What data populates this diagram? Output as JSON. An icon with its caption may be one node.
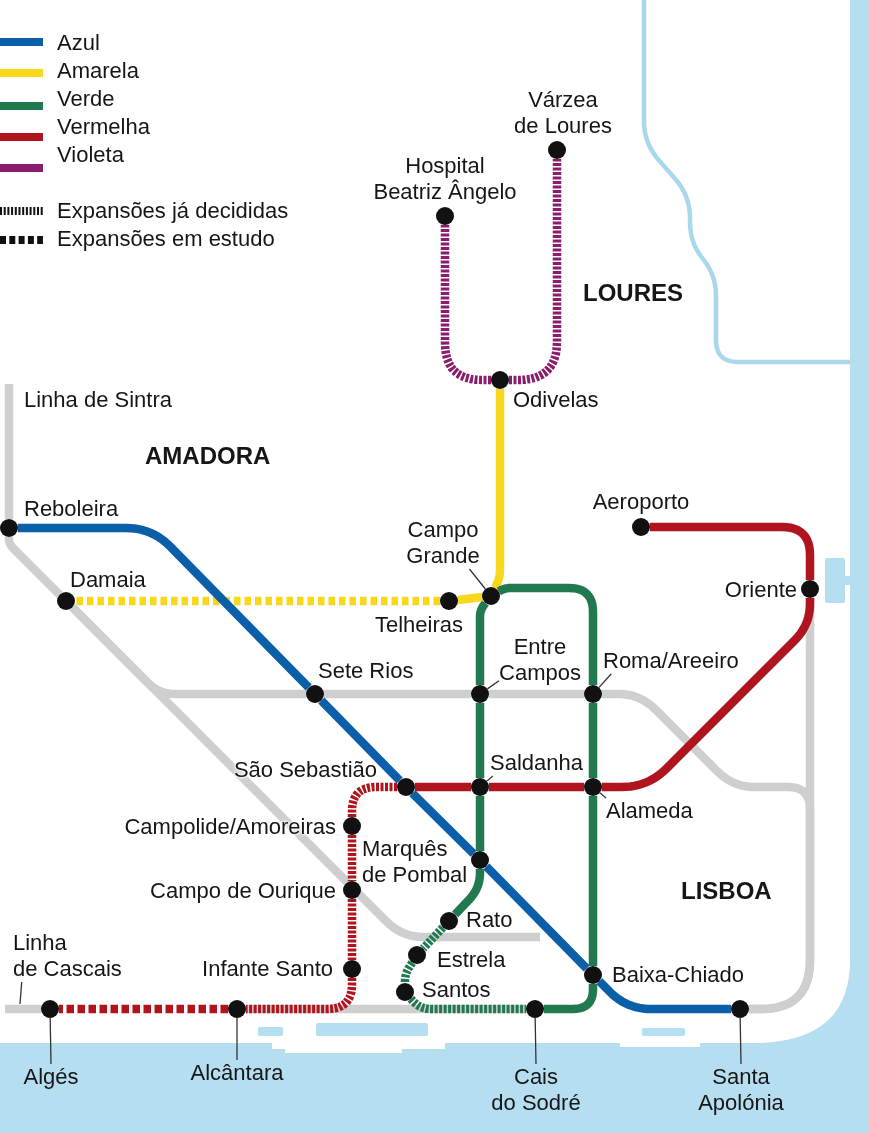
{
  "diagram": {
    "nodes": [
      {
        "text": [],
        "shape": "circle",
        "beside": [
          "Várzea de Loures"
        ]
      },
      {
        "text": [],
        "shape": "circle",
        "beside": [
          "Hospital Beatriz Ângelo"
        ]
      },
      {
        "text": [],
        "shape": "circle",
        "beside": [
          "Odivelas"
        ]
      },
      {
        "text": [],
        "shape": "circle",
        "beside": [
          "Reboleira"
        ]
      },
      {
        "text": [],
        "shape": "circle",
        "beside": [
          "Aeroporto"
        ]
      },
      {
        "text": [
          "Campo Grande"
        ]
      },
      {
        "text": [],
        "shape": "circle",
        "beside": [
          "Oriente"
        ]
      },
      {
        "text": [],
        "shape": "circle"
      },
      {
        "text": [],
        "shape": "circle",
        "beside": [
          "Damaia"
        ]
      },
      {
        "text": [],
        "shape": "circle",
        "beside": [
          "Telheiras"
        ]
      },
      {
        "text": [
          "Entre Campos"
        ]
      },
      {
        "text": [
          "Roma/Areeiro"
        ]
      },
      {
        "text": [],
        "shape": "circle",
        "beside": [
          "Sete Rios"
        ]
      },
      {
        "text": [],
        "shape": "circle"
      },
      {
        "text": [],
        "shape": "circle"
      },
      {
        "text": [
          "Saldanha"
        ]
      },
      {
        "text": [],
        "shape": "circle",
        "beside": [
          "São Sebastião"
        ]
      },
      {
        "text": [],
        "shape": "circle"
      },
      {
        "text": [],
        "shape": "circle"
      },
      {
        "text": [
          "Alameda"
        ]
      },
      {
        "text": [],
        "shape": "circle",
        "beside": [
          "Campolide/Amoreiras"
        ]
      },
      {
        "text": [],
        "shape": "circle",
        "beside": [
          "Marquês de Pombal"
        ]
      },
      {
        "text": [],
        "shape": "circle",
        "beside": [
          "Campo de Ourique"
        ]
      },
      {
        "text": [],
        "shape": "circle",
        "beside": [
          "Rato"
        ]
      },
      {
        "text": [
          "Linha de Cascais"
        ]
      },
      {
        "text": [],
        "shape": "circle",
        "beside": [
          "Estrela"
        ]
      },
      {
        "text": [],
        "shape": "circle",
        "beside": [
          "Infante Santo"
        ]
      },
      {
        "text": [],
        "shape": "circle",
        "beside": [
          "Baixa-Chiado"
        ]
      },
      {
        "text": [],
        "shape": "circle",
        "beside": [
          "Santos"
        ]
      },
      {
        "text": [],
        "shape": "circle"
      },
      {
        "text": [],
        "shape": "circle"
      },
      {
        "text": [],
        "shape": "circle"
      },
      {
        "text": [],
        "shape": "circle"
      },
      {
        "text": [
          "Algés"
        ]
      },
      {
        "text": [
          "Alcântara"
        ]
      },
      {
        "text": [
          "Cais do Sodré"
        ]
      },
      {
        "text": [
          "Santa Apolónia"
        ]
      }
    ],
    "edges": [
      {
        "from": 2,
        "to": 1,
        "arrow": "none",
        "style": "dashed",
        "color": "#8b1d6d"
      },
      {
        "from": 2,
        "to": 0,
        "arrow": "none",
        "style": "dashed",
        "color": "#8b1d6d"
      },
      {
        "from": 2,
        "to": 7,
        "arrow": "none",
        "color": "#f9d71c"
      },
      {
        "from": 7,
        "to": 9,
        "arrow": "none",
        "color": "#f9d71c"
      },
      {
        "from": 9,
        "to": 8,
        "arrow": "none",
        "style": "dashed",
        "color": "#f9d71c"
      },
      {
        "from": 3,
        "to": 12,
        "arrow": "none",
        "color": "#0b5ea8"
      },
      {
        "from": 12,
        "to": 16,
        "arrow": "none",
        "color": "#0b5ea8"
      },
      {
        "from": 16,
        "to": 21,
        "arrow": "none",
        "color": "#0b5ea8"
      },
      {
        "from": 21,
        "to": 27,
        "arrow": "none",
        "color": "#0b5ea8"
      },
      {
        "from": 27,
        "to": 32,
        "arrow": "none",
        "color": "#0b5ea8"
      },
      {
        "from": 4,
        "to": 6,
        "arrow": "none",
        "color": "#b0141e"
      },
      {
        "from": 6,
        "to": 18,
        "arrow": "none",
        "color": "#b0141e"
      },
      {
        "from": 18,
        "to": 17,
        "arrow": "none",
        "color": "#b0141e"
      },
      {
        "from": 17,
        "to": 16,
        "arrow": "none",
        "color": "#b0141e"
      },
      {
        "from": 16,
        "to": 20,
        "arrow": "none",
        "style": "dashed",
        "color": "#b0141e"
      },
      {
        "from": 20,
        "to": 22,
        "arrow": "none",
        "style": "dashed",
        "color": "#b0141e"
      },
      {
        "from": 22,
        "to": 26,
        "arrow": "none",
        "style": "dashed",
        "color": "#b0141e"
      },
      {
        "from": 26,
        "to": 30,
        "arrow": "none",
        "style": "dashed",
        "color": "#b0141e"
      },
      {
        "from": 30,
        "to": 29,
        "arrow": "none",
        "style": "dashed",
        "color": "#b0141e"
      },
      {
        "from": 7,
        "to": 13,
        "arrow": "none"
      },
      {
        "from": 13,
        "to": 17,
        "arrow": "none"
      },
      {
        "from": 17,
        "to": 21,
        "arrow": "none"
      },
      {
        "from": 21,
        "to": 23,
        "arrow": "none"
      },
      {
        "from": 23,
        "to": 25,
        "arrow": "none",
        "style": "dashed"
      },
      {
        "from": 25,
        "to": 28,
        "arrow": "none",
        "style": "dashed"
      },
      {
        "from": 28,
        "to": 31,
        "arrow": "none",
        "style": "dashed"
      },
      {
        "from": 31,
        "to": 27,
        "arrow": "none"
      },
      {
        "from": 27,
        "to": 18,
        "arrow": "none"
      },
      {
        "from": 18,
        "to": 14,
        "arrow": "none"
      },
      {
        "from": 14,
        "to": 7,
        "arrow": "none"
      },
      {
        "from": 5,
        "to": 7,
        "arrow": "none",
        "color": "#333333"
      },
      {
        "from": 10,
        "to": 13,
        "arrow": "none",
        "color": "#333333"
      },
      {
        "from": 11,
        "to": 14,
        "arrow": "none",
        "color": "#333333"
      },
      {
        "from": 15,
        "to": 17,
        "arrow": "none",
        "color": "#333333"
      },
      {
        "from": 19,
        "to": 18,
        "arrow": "none",
        "color": "#333333"
      },
      {
        "from": 24,
        "to": null,
        "arrow": "none",
        "color": "#333333"
      },
      {
        "from": 33,
        "to": 29,
        "arrow": "none",
        "color": "#333333"
      },
      {
        "from": 34,
        "to": 30,
        "arrow": "none",
        "color": "#333333"
      },
      {
        "from": 35,
        "to": 31,
        "arrow": "none",
        "color": "#333333"
      },
      {
        "from": 36,
        "to": 32,
        "arrow": "none",
        "color": "#333333"
      },
      {
        "from": null,
        "to": 3,
        "arrow": "none",
        "color": "#cfcfcf"
      },
      {
        "from": 3,
        "to": 8,
        "arrow": "none",
        "color": "#cfcfcf"
      },
      {
        "from": 8,
        "to": null,
        "arrow": "none",
        "color": "#cfcfcf"
      },
      {
        "from": 8,
        "to": 12,
        "arrow": "none",
        "color": "#cfcfcf"
      },
      {
        "from": 12,
        "to": 13,
        "arrow": "none",
        "color": "#cfcfcf"
      },
      {
        "from": 13,
        "to": 14,
        "arrow": "none",
        "color": "#cfcfcf"
      },
      {
        "from": 14,
        "to": 32,
        "arrow": "none",
        "color": "#cfcfcf"
      },
      {
        "from": 6,
        "to": 32,
        "arrow": "none",
        "color": "#cfcfcf"
      },
      {
        "from": null,
        "to": 29,
        "arrow": "none",
        "color": "#cfcfcf"
      },
      {
        "from": 30,
        "to": 31,
        "arrow": "none",
        "color": "#cfcfcf"
      }
    ],
    "labels": [
      "LOURES",
      "Linha de Sintra",
      "AMADORA",
      "LISBOA"
    ],
    "legend": [
      {
        "text": "Azul",
        "color": "#0b5ea8"
      },
      {
        "text": "Amarela",
        "color": "#f9d71c"
      },
      {
        "text": "Verde",
        "color": "#21794f"
      },
      {
        "text": "Vermelha",
        "color": "#b0141e"
      },
      {
        "text": "Violeta",
        "color": "#8b1d6d"
      },
      {
        "text": "Expansões já decididas"
      },
      {
        "text": "Expansões em estudo"
      }
    ]
  }
}
